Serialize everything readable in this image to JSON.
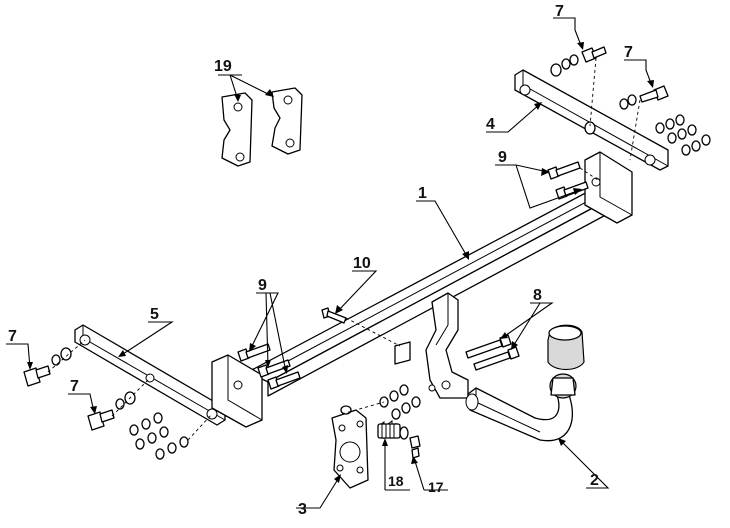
{
  "callouts": {
    "c1": "1",
    "c2": "2",
    "c3": "3",
    "c4": "4",
    "c5": "5",
    "c7a": "7",
    "c7b": "7",
    "c7c": "7",
    "c7d": "7",
    "c8": "8",
    "c9a": "9",
    "c9b": "9",
    "c10": "10",
    "c17": "17",
    "c18": "18",
    "c19": "19"
  },
  "colors": {
    "line": "#000000",
    "background": "#ffffff",
    "ball": "#d9d9d9"
  }
}
